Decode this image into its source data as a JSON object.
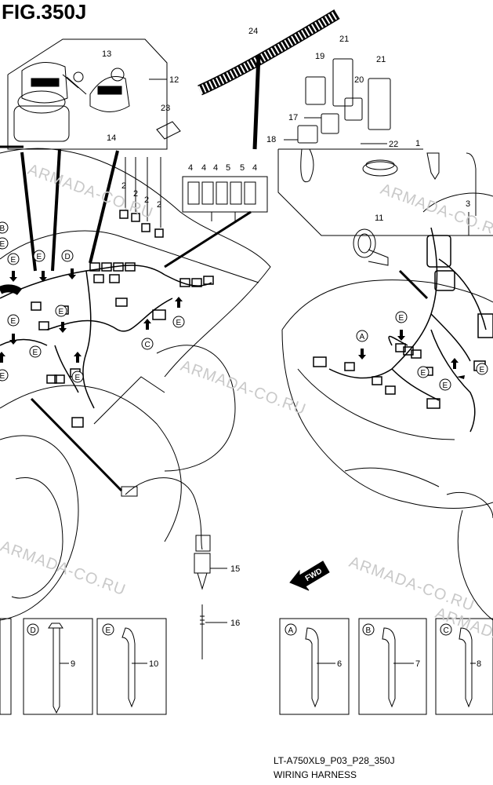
{
  "figure": {
    "title": "FIG.350J",
    "code": "LT-A750XL9_P03_P28_350J",
    "name": "WIRING HARNESS"
  },
  "watermarks": [
    "ARMADA-CO.RU",
    "ARMADA-CO.RU",
    "ARMADA-CO.RU",
    "ARMADA-CO.RU",
    "ARMADA-CO.RU",
    "ARMADA-CO.RU"
  ],
  "fwd_label": "FWD",
  "callouts": {
    "c1": "1",
    "c2a": "2",
    "c2b": "2",
    "c2c": "2",
    "c2d": "2",
    "c3": "3",
    "c4a": "4",
    "c4b": "4",
    "c4c": "4",
    "c4d": "4",
    "c5a": "5",
    "c5b": "5",
    "c6": "6",
    "c7": "7",
    "c8": "8",
    "c9": "9",
    "c10": "10",
    "c11": "11",
    "c12": "12",
    "c13": "13",
    "c14": "14",
    "c15": "15",
    "c16": "16",
    "c17": "17",
    "c18": "18",
    "c19": "19",
    "c20": "20",
    "c21a": "21",
    "c21b": "21",
    "c22": "22",
    "c23": "23",
    "c24": "24"
  },
  "clamp_letters": {
    "a": "A",
    "b": "B",
    "c": "C",
    "d": "D",
    "e": "E"
  }
}
